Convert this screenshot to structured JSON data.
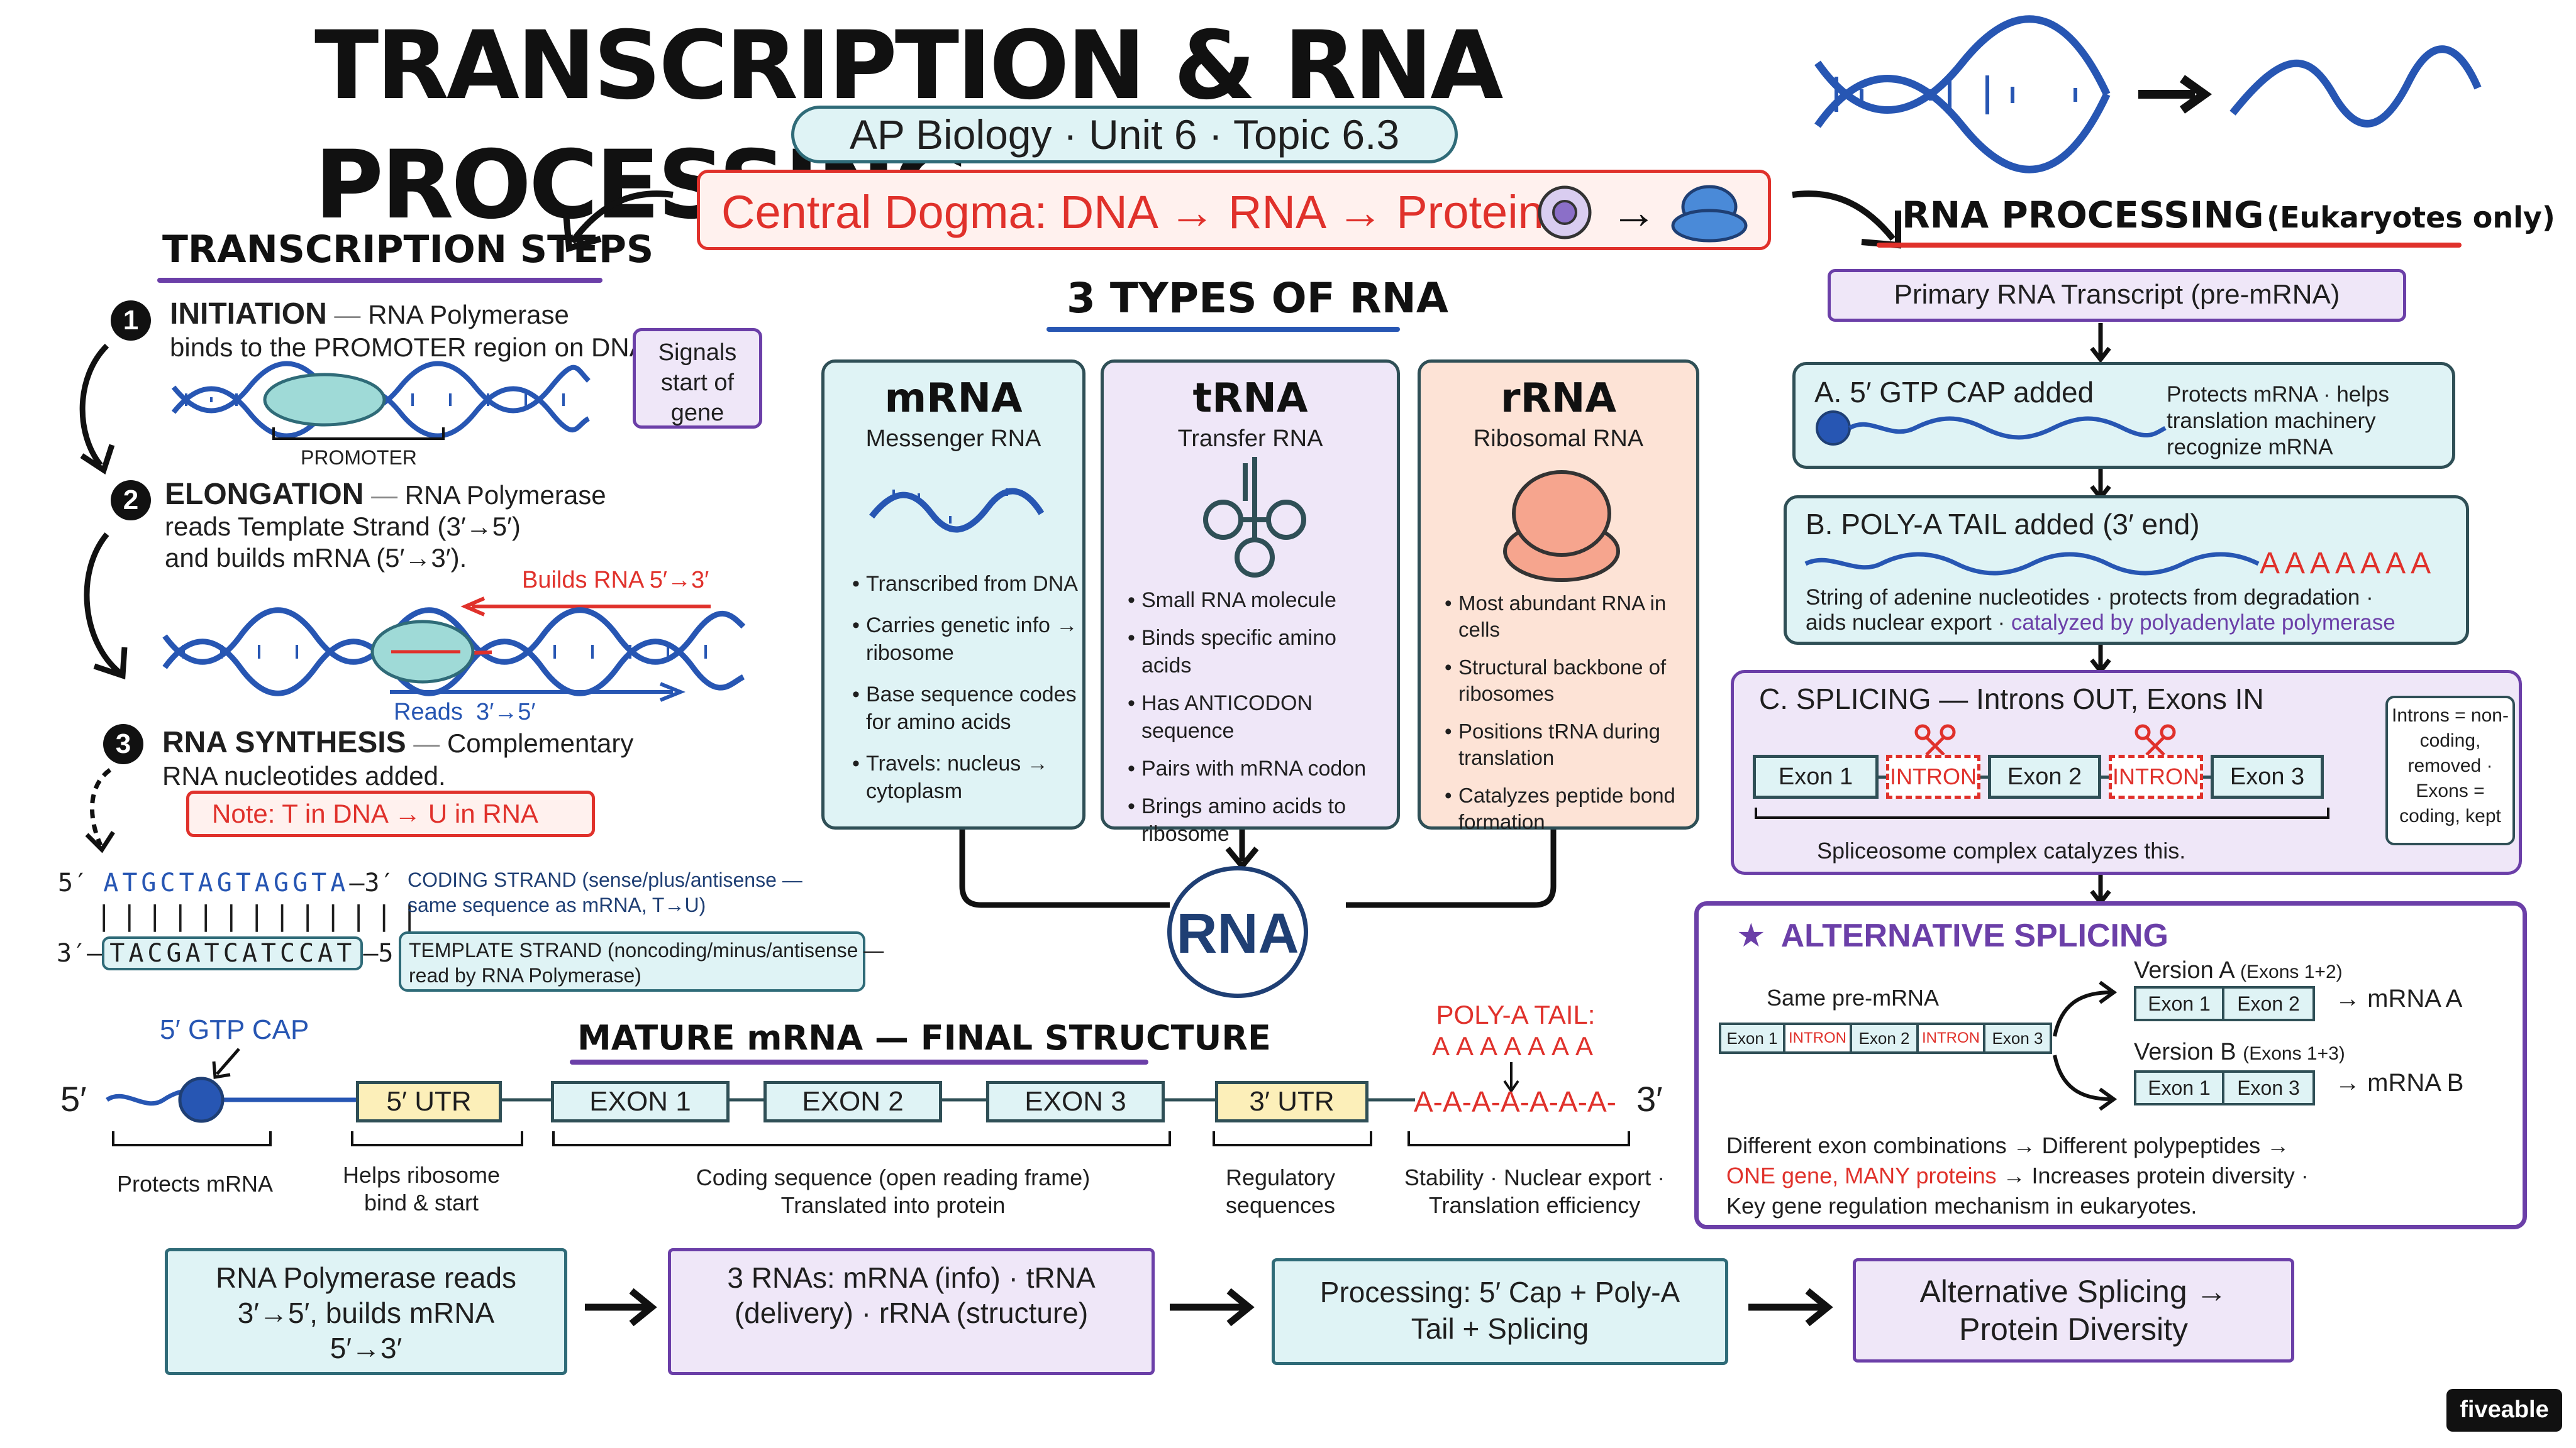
{
  "header": {
    "title": "TRANSCRIPTION & RNA PROCESSING",
    "subtitle": "AP Biology · Unit 6 · Topic 6.3",
    "dogma": "Central Dogma: DNA → RNA → Protein",
    "dogma_arrow": "→"
  },
  "transcription_steps": {
    "heading": "TRANSCRIPTION STEPS",
    "step1": {
      "num": "1",
      "title": "INITIATION",
      "dash": " — ",
      "text_a": "RNA Polymerase",
      "text_b": "binds to the PROMOTER region on DNA.",
      "promoter": "PROMOTER",
      "signal": "Signals start of gene"
    },
    "step2": {
      "num": "2",
      "title": "ELONGATION",
      "dash": " — ",
      "text_a": "RNA Polymerase",
      "text_b": "reads Template Strand (3′→5′)",
      "text_c": "and builds mRNA (5′→3′).",
      "builds": "Builds RNA 5′→3′",
      "reads": "Reads  3′→5′"
    },
    "step3": {
      "num": "3",
      "title": "RNA SYNTHESIS",
      "dash": " — ",
      "text_a": "Complementary",
      "text_b": "RNA nucleotides added.",
      "note": "Note: T in DNA → U in RNA"
    },
    "strands": {
      "coding_5": "5′",
      "coding_seq": "ATGCTAGTAGGTA",
      "coding_3": "–3′",
      "bars": "|||||||||||||",
      "template_3": "3′–",
      "template_seq": "TACGATCATCCAT",
      "template_5": "–5′",
      "coding_label_a": "CODING STRAND (sense/plus/antisense —",
      "coding_label_b": "same sequence as mRNA, T→U)",
      "template_label_a": "TEMPLATE STRAND (noncoding/minus/antisense —",
      "template_label_b": "read by RNA Polymerase)"
    }
  },
  "rna_types": {
    "heading": "3 TYPES OF RNA",
    "center": "RNA",
    "mrna": {
      "name": "mRNA",
      "full": "Messenger RNA",
      "bullets": [
        "Transcribed from DNA",
        "Carries genetic info → ribosome",
        "Base sequence codes for amino acids",
        "Travels: nucleus → cytoplasm"
      ]
    },
    "trna": {
      "name": "tRNA",
      "full": "Transfer RNA",
      "bullets": [
        "Small RNA molecule",
        "Binds specific amino acids",
        "Has ANTICODON sequence",
        "Pairs with mRNA codon",
        "Brings amino acids to ribosome"
      ]
    },
    "rrna": {
      "name": "rRNA",
      "full": "Ribosomal RNA",
      "bullets": [
        "Most abundant RNA in cells",
        "Structural backbone of ribosomes",
        "Positions tRNA during translation",
        "Catalyzes peptide bond formation"
      ]
    }
  },
  "processing": {
    "heading_main": "RNA PROCESSING",
    "heading_sub": "(Eukaryotes only)",
    "primary": "Primary RNA Transcript (pre-mRNA)",
    "cap": {
      "title": "A. 5′ GTP CAP added",
      "desc_a": "Protects mRNA · helps",
      "desc_b": "translation machinery",
      "desc_c": "recognize mRNA"
    },
    "polya": {
      "title": "B. POLY-A TAIL added (3′ end)",
      "tail": "AAAAAAA",
      "desc_a": "String of adenine nucleotides · protects from degradation ·",
      "desc_b": "aids nuclear export · ",
      "desc_c": "catalyzed by polyadenylate polymerase"
    },
    "splicing": {
      "title": "C. SPLICING — Introns OUT, Exons IN",
      "segments": [
        "Exon 1",
        "INTRON",
        "Exon 2",
        "INTRON",
        "Exon 3"
      ],
      "footer": "Spliceosome complex catalyzes this.",
      "side": "Introns = non-coding, removed · Exons = coding, kept"
    },
    "alt": {
      "star": "★",
      "title": "ALTERNATIVE SPLICING",
      "same": "Same pre-mRNA",
      "pre": [
        "Exon 1",
        "INTRON",
        "Exon 2",
        "INTRON",
        "Exon 3"
      ],
      "va_label": "Version A",
      "va_exons": "(Exons 1+2)",
      "va_boxes": [
        "Exon 1",
        "Exon 2"
      ],
      "va_out": "mRNA A",
      "vb_label": "Version B",
      "vb_exons": "(Exons 1+3)",
      "vb_boxes": [
        "Exon 1",
        "Exon 3"
      ],
      "vb_out": "mRNA B",
      "line1": "Different exon combinations  →  Different polypeptides  →",
      "line2_red": "ONE gene, MANY proteins",
      "line2_rest": "  →  Increases protein diversity ·",
      "line3": "Key gene regulation mechanism in eukaryotes."
    }
  },
  "mature": {
    "heading": "MATURE mRNA — FINAL STRUCTURE",
    "cap_label": "5′ GTP CAP",
    "polya_label": "POLY-A TAIL:",
    "polya_seq": "AAAAAAA",
    "end5": "5′",
    "end3": "3′",
    "tail_chain": "A-A-A-A-A-A-A-",
    "segments": [
      "5′ UTR",
      "EXON 1",
      "EXON 2",
      "EXON 3",
      "3′ UTR"
    ],
    "desc": {
      "cap": "Protects mRNA",
      "utr5": "Helps ribosome bind & start",
      "exons_a": "Coding sequence (open reading frame)",
      "exons_b": "Translated into protein",
      "utr3": "Regulatory sequences",
      "tail_a": "Stability · Nuclear export ·",
      "tail_b": "Translation efficiency"
    }
  },
  "summary": [
    "RNA Polymerase reads 3′→5′, builds mRNA 5′→3′",
    "3 RNAs: mRNA (info) · tRNA (delivery) · rRNA (structure)",
    "Processing: 5′ Cap + Poly-A Tail + Splicing",
    "Alternative Splicing → Protein Diversity"
  ],
  "brand": "fiveable",
  "colors": {
    "red": "#e0312b",
    "blue": "#2756b3",
    "teal_fill": "#dff3f5",
    "purple_fill": "#efe7f8",
    "peach_fill": "#fde3d6",
    "yellow_fill": "#fcefb9",
    "purple": "#6b3fa8"
  }
}
